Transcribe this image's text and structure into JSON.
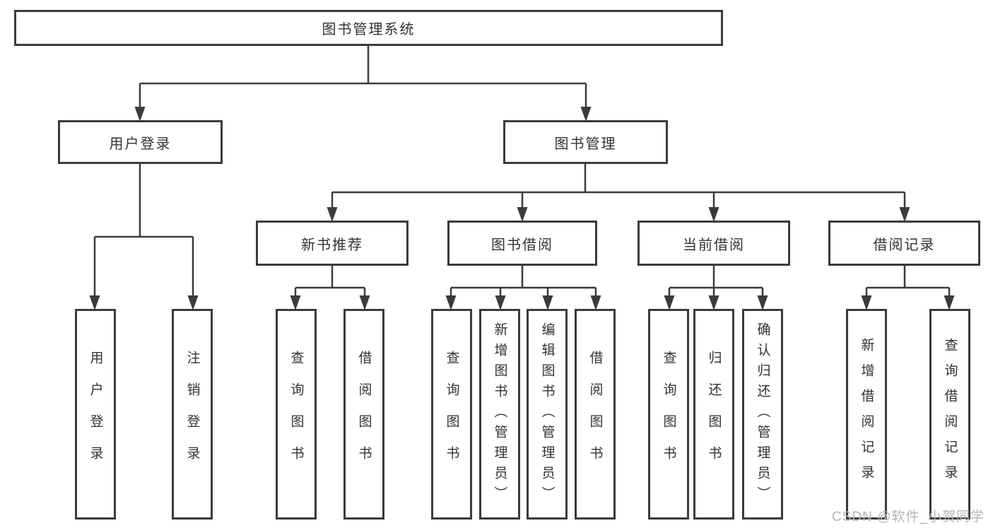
{
  "colors": {
    "line": "#3b3b3b",
    "text": "#323232",
    "box_fill": "#ffffff",
    "background": "#ffffff",
    "watermark": "#b4b4b4"
  },
  "watermark": {
    "text": "CSDN @软件_小贺同学"
  },
  "tree": {
    "root": {
      "label": "图书管理系统"
    },
    "level2": [
      {
        "label": "用户登录",
        "children": [
          {
            "label": "用户登录"
          },
          {
            "label": "注销登录"
          }
        ]
      },
      {
        "label": "图书管理",
        "children": [
          {
            "label": "新书推荐",
            "children": [
              {
                "label": "查询图书"
              },
              {
                "label": "借阅图书"
              }
            ]
          },
          {
            "label": "图书借阅",
            "children": [
              {
                "label": "查询图书"
              },
              {
                "label": "新增图书（管理员）"
              },
              {
                "label": "编辑图书（管理员）"
              },
              {
                "label": "借阅图书"
              }
            ]
          },
          {
            "label": "当前借阅",
            "children": [
              {
                "label": "查询图书"
              },
              {
                "label": "归还图书"
              },
              {
                "label": "确认归还（管理员）"
              }
            ]
          },
          {
            "label": "借阅记录",
            "children": [
              {
                "label": "新增借阅记录"
              },
              {
                "label": "查询借阅记录"
              }
            ]
          }
        ]
      }
    ]
  }
}
